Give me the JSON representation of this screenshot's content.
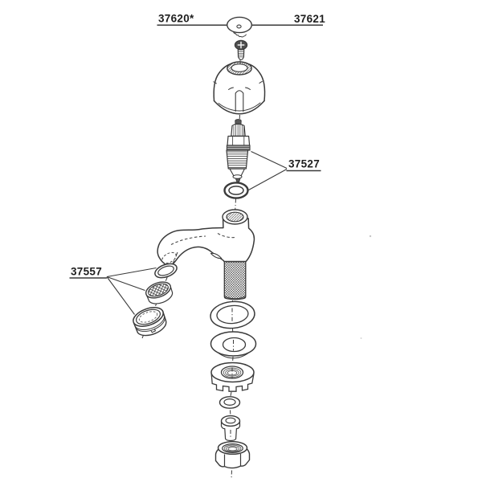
{
  "colors": {
    "background": "#ffffff",
    "line": "#3a3a3a",
    "label_text": "#1e1e1e"
  },
  "labels": {
    "l37620": "37620*",
    "l37621": "37621",
    "l37527": "37527",
    "l37557": "37557"
  }
}
